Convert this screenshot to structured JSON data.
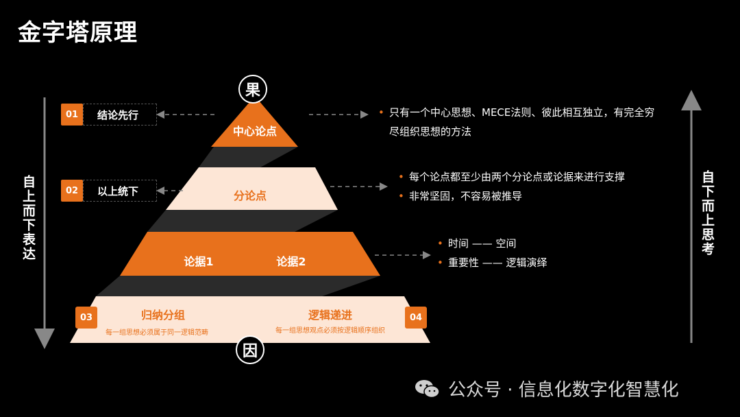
{
  "title": "金字塔原理",
  "left_axis_label": "自上而下表达",
  "right_axis_label": "自下而上思考",
  "pyramid": {
    "top_symbol": "果",
    "bottom_symbol": "因",
    "tier1": {
      "label": "中心论点"
    },
    "tier2": {
      "label": "分论点"
    },
    "tier3": {
      "left_label": "论据1",
      "right_label": "论据2"
    },
    "base": {
      "left_title": "归纳分组",
      "left_sub": "每一组思想必须属于同一逻辑范畴",
      "right_title": "逻辑递进",
      "right_sub": "每一组思想观点必须按逻辑顺序组织"
    }
  },
  "principles": [
    {
      "num": "01",
      "label": "结论先行"
    },
    {
      "num": "02",
      "label": "以上统下"
    },
    {
      "num": "03"
    },
    {
      "num": "04"
    }
  ],
  "notes": {
    "tier1": [
      "只有一个中心思想、MECE法则、彼此相互独立，有完全穷尽组织思想的方法"
    ],
    "tier2": [
      "每个论点都至少由两个分论点或论据来进行支撑",
      "非常坚固，不容易被推导"
    ],
    "tier3": [
      "时间 —— 空间",
      "重要性 —— 逻辑演绎"
    ]
  },
  "watermark": "公众号 · 信息化数字化智慧化",
  "colors": {
    "accent": "#e8711c",
    "light": "#fde6d6",
    "background": "#000000"
  }
}
